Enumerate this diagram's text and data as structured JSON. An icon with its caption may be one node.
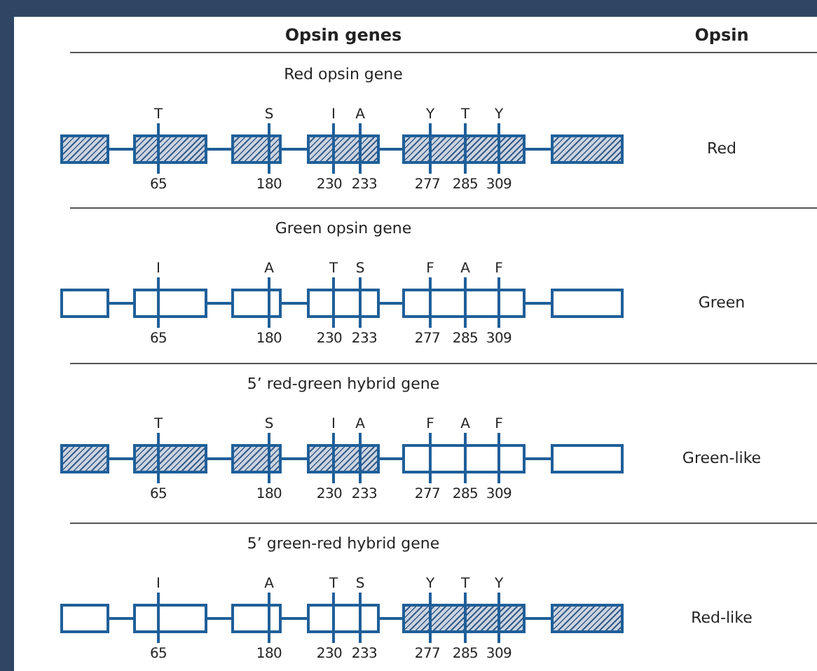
{
  "diagram": {
    "nodes": [
      {
        "text": [],
        "shape": "box"
      },
      {
        "text": [],
        "shape": "box"
      },
      {
        "text": [],
        "shape": "box"
      },
      {
        "text": [],
        "shape": "box"
      },
      {
        "text": [],
        "shape": "box"
      },
      {
        "text": [],
        "shape": "box"
      },
      {
        "text": [],
        "shape": "box"
      },
      {
        "text": [],
        "shape": "box"
      },
      {
        "text": [],
        "shape": "box"
      },
      {
        "text": [],
        "shape": "box"
      },
      {
        "text": [],
        "shape": "box"
      },
      {
        "text": [],
        "shape": "box"
      },
      {
        "text": [],
        "shape": "box"
      },
      {
        "text": [],
        "shape": "box"
      },
      {
        "text": [],
        "shape": "box"
      },
      {
        "text": [],
        "shape": "box"
      },
      {
        "text": [],
        "shape": "box"
      },
      {
        "text": [],
        "shape": "box"
      },
      {
        "text": [],
        "shape": "box"
      },
      {
        "text": [],
        "shape": "box"
      },
      {
        "text": [],
        "shape": "box"
      },
      {
        "text": [],
        "shape": "box"
      },
      {
        "text": [],
        "shape": "box"
      },
      {
        "text": [],
        "shape": "box"
      }
    ],
    "edges": [
      {
        "from": 0,
        "to": 1,
        "arrow": "none"
      },
      {
        "from": 1,
        "to": 2,
        "arrow": "none"
      },
      {
        "from": 2,
        "to": 3,
        "arrow": "none"
      },
      {
        "from": 3,
        "to": 4,
        "arrow": "none"
      },
      {
        "from": 4,
        "to": 5,
        "arrow": "none"
      },
      {
        "from": 6,
        "to": 7,
        "arrow": "none"
      },
      {
        "from": 7,
        "to": 8,
        "arrow": "none"
      },
      {
        "from": 8,
        "to": 9,
        "arrow": "none"
      },
      {
        "from": 9,
        "to": 10,
        "arrow": "none"
      },
      {
        "from": 10,
        "to": 11,
        "arrow": "none"
      },
      {
        "from": 12,
        "to": 13,
        "arrow": "none"
      },
      {
        "from": 13,
        "to": 14,
        "arrow": "none"
      },
      {
        "from": 14,
        "to": 15,
        "arrow": "none"
      },
      {
        "from": 15,
        "to": 16,
        "arrow": "none"
      },
      {
        "from": 16,
        "to": 17,
        "arrow": "none"
      },
      {
        "from": 18,
        "to": 19,
        "arrow": "none"
      },
      {
        "from": 19,
        "to": 20,
        "arrow": "none"
      },
      {
        "from": 20,
        "to": 21,
        "arrow": "none"
      },
      {
        "from": 21,
        "to": 22,
        "arrow": "none"
      },
      {
        "from": 22,
        "to": 23,
        "arrow": "none"
      }
    ],
    "labels": [
      "Opsin genes",
      "Opsin",
      "Red opsin gene",
      "T",
      "S",
      "I",
      "A",
      "Y",
      "T",
      "Y",
      "65",
      "180",
      "230",
      "233",
      "277",
      "285",
      "309",
      "Red",
      "Green opsin gene",
      "I",
      "A",
      "T",
      "S",
      "F",
      "A",
      "F",
      "65",
      "180",
      "230",
      "233",
      "277",
      "285",
      "309",
      "Green",
      "5’ red-green hybrid gene",
      "T",
      "S",
      "I",
      "A",
      "F",
      "A",
      "F",
      "65",
      "180",
      "230",
      "233",
      "277",
      "285",
      "309",
      "Green-like",
      "5’ green-red hybrid gene",
      "I",
      "A",
      "T",
      "S",
      "Y",
      "T",
      "Y",
      "65",
      "180",
      "230",
      "233",
      "277",
      "285",
      "309",
      "Red-like"
    ]
  }
}
